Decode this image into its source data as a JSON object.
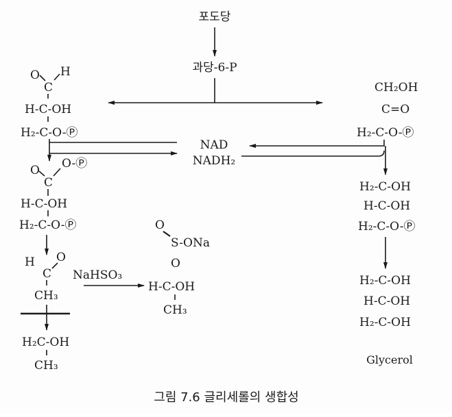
{
  "top": {
    "glucose": "포도당",
    "fructose6p": "과당-6-P"
  },
  "cofactors": {
    "nad": "NAD",
    "nadh2": "NADH₂"
  },
  "left": {
    "gap_o": "O",
    "gap_h": "H",
    "gap_c": "C",
    "gap_row2": "H-C-OH",
    "gap_row3": "H₂-C-O-Ⓟ",
    "bpg_op": "O-Ⓟ",
    "bpg_o": "O",
    "bpg_c": "C",
    "bpg_row2": "H-C-OH",
    "bpg_row3": "H₂-C-O-Ⓟ",
    "acet_h": "H",
    "acet_o": "O",
    "acet_c": "C",
    "acet_ch3": "CH₃",
    "eth_row1": "H₂C-OH",
    "eth_ch3": "CH₃"
  },
  "reagent": "NaHSO₃",
  "adduct": {
    "o_double": "O",
    "s_ona": "S-ONa",
    "o": "O",
    "row": "H-C-OH",
    "ch3": "CH₃"
  },
  "right": {
    "dhap_row1": "CH₂OH",
    "dhap_row2": "C=O",
    "dhap_row3": "H₂-C-O-Ⓟ",
    "g3p_row1": "H₂-C-OH",
    "g3p_row2": "H-C-OH",
    "g3p_row3": "H₂-C-O-Ⓟ",
    "gly_row1": "H₂-C-OH",
    "gly_row2": "H-C-OH",
    "gly_row3": "H₂-C-OH",
    "glycerol": "Glycerol"
  },
  "caption": "그림  7.6 글리세롤의 생합성"
}
